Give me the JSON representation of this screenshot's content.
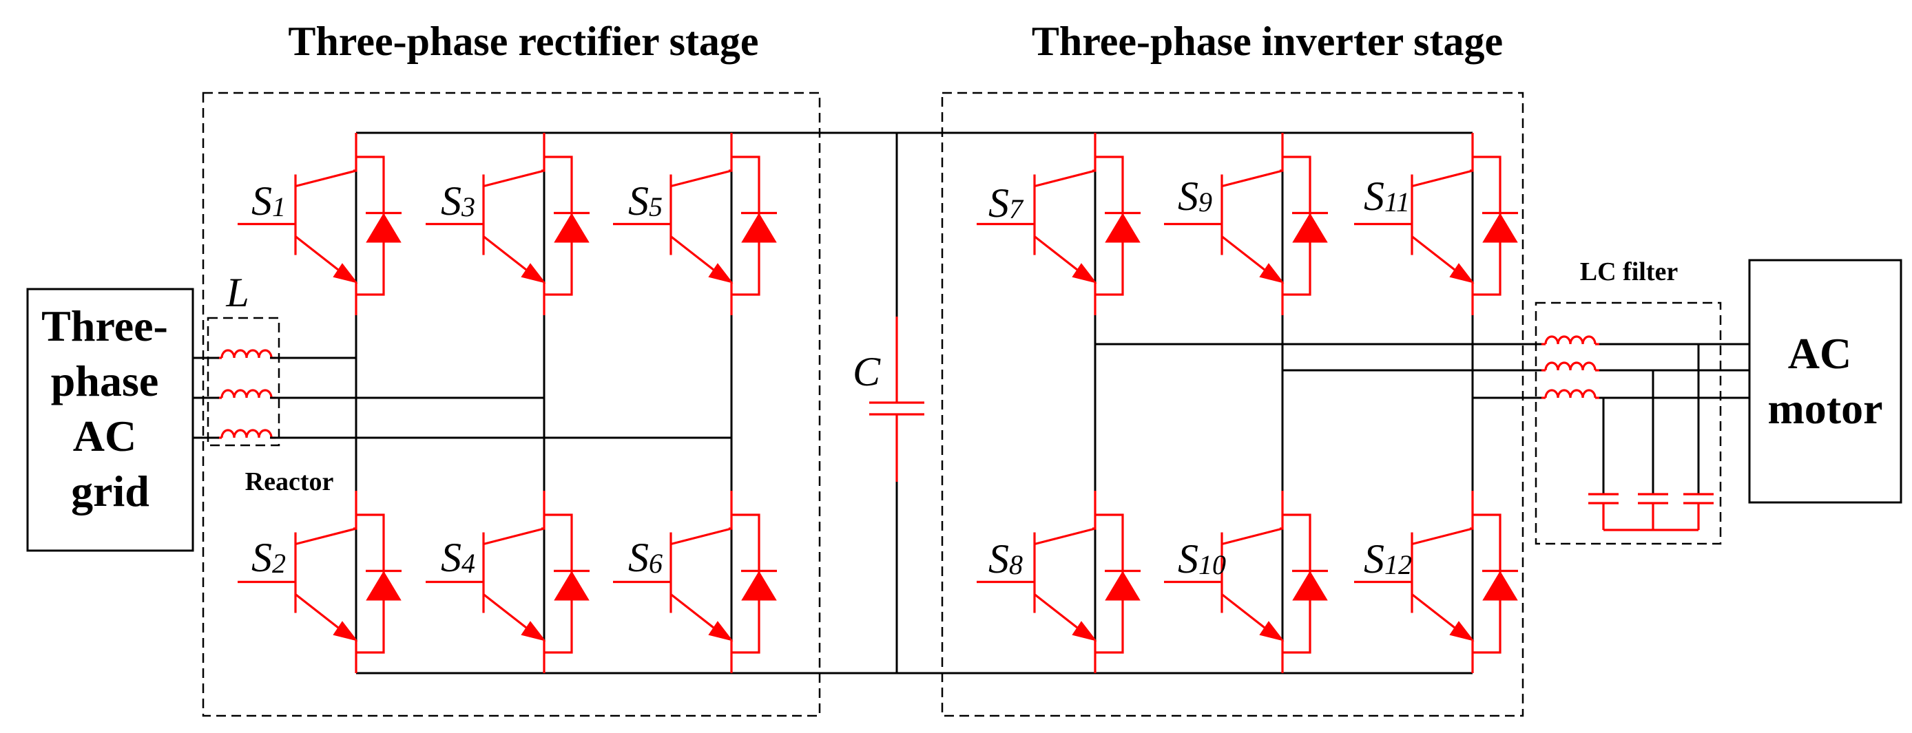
{
  "titles": {
    "rectifier": "Three-phase rectifier stage",
    "inverter": "Three-phase inverter stage"
  },
  "grid": {
    "lines": [
      "Three-",
      "phase",
      "AC",
      "grid"
    ]
  },
  "motor": {
    "lines": [
      "AC",
      "motor"
    ]
  },
  "reactor": {
    "symbol": "L",
    "label": "Reactor"
  },
  "capacitor": {
    "symbol": "C"
  },
  "lc_filter": {
    "label": "LC filter"
  },
  "switches": [
    {
      "id": "s1",
      "letter": "S",
      "sub": "1"
    },
    {
      "id": "s2",
      "letter": "S",
      "sub": "2"
    },
    {
      "id": "s3",
      "letter": "S",
      "sub": "3"
    },
    {
      "id": "s4",
      "letter": "S",
      "sub": "4"
    },
    {
      "id": "s5",
      "letter": "S",
      "sub": "5"
    },
    {
      "id": "s6",
      "letter": "S",
      "sub": "6"
    },
    {
      "id": "s7",
      "letter": "S",
      "sub": "7"
    },
    {
      "id": "s8",
      "letter": "S",
      "sub": "8"
    },
    {
      "id": "s9",
      "letter": "S",
      "sub": "9"
    },
    {
      "id": "s10",
      "letter": "S",
      "sub": "10"
    },
    {
      "id": "s11",
      "letter": "S",
      "sub": "11"
    },
    {
      "id": "s12",
      "letter": "S",
      "sub": "12"
    }
  ],
  "colors": {
    "component": "#ff0000",
    "wire": "#000000"
  }
}
